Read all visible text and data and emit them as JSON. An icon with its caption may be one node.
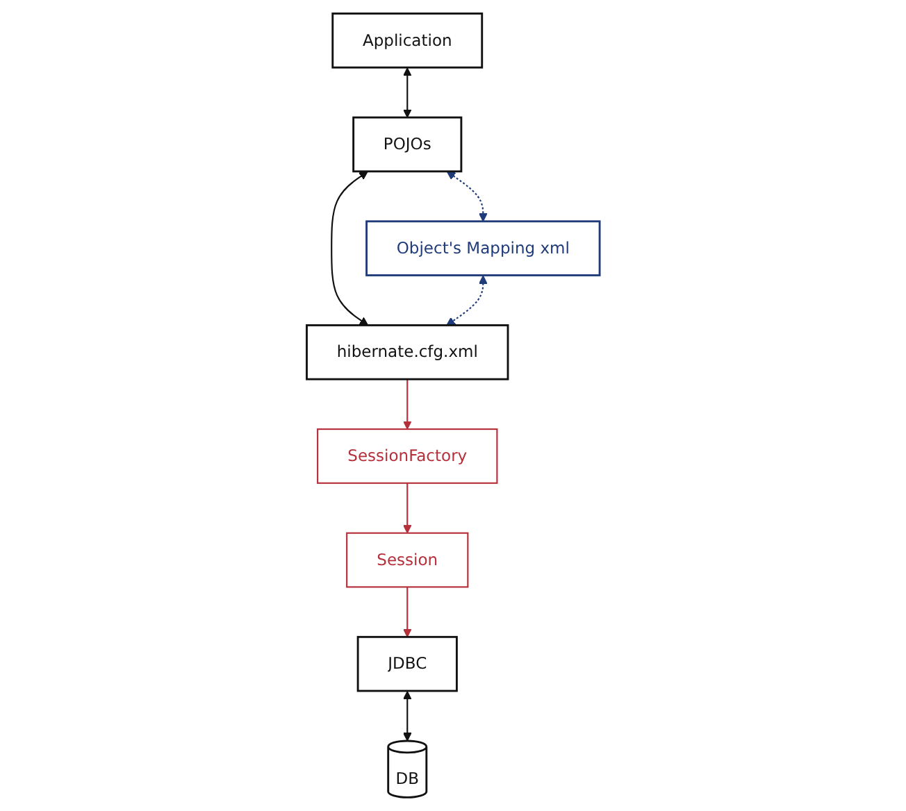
{
  "diagram": {
    "nodes": [
      {
        "text": [
          "Application"
        ]
      },
      {
        "text": [
          "POJOs"
        ]
      },
      {
        "text": [
          "hibernate.cfg.xml"
        ]
      },
      {
        "text": [
          "Object's Mapping xml"
        ]
      },
      {
        "text": [
          "JDBC"
        ]
      },
      {
        "text": [
          "DB"
        ]
      },
      {
        "text": [
          "SessionFactory"
        ]
      },
      {
        "text": [
          "Session"
        ]
      }
    ],
    "edges": [
      {
        "from": 0,
        "to": 1,
        "arrow": "both"
      },
      {
        "from": 1,
        "to": 2,
        "arrow": "both"
      },
      {
        "from": 1,
        "to": 3,
        "arrow": "both",
        "style": "dashed",
        "color": "#1f3b7a"
      },
      {
        "from": 3,
        "to": 2,
        "arrow": "both",
        "style": "dashed",
        "color": "#1f3b7a"
      },
      {
        "from": 2,
        "to": 6,
        "arrow": "to",
        "color": "#b5303a"
      },
      {
        "from": 6,
        "to": 7,
        "arrow": "to",
        "color": "#b5303a"
      },
      {
        "from": 7,
        "to": 4,
        "arrow": "to",
        "color": "#b5303a"
      },
      {
        "from": 4,
        "to": 5,
        "arrow": "both"
      }
    ]
  }
}
